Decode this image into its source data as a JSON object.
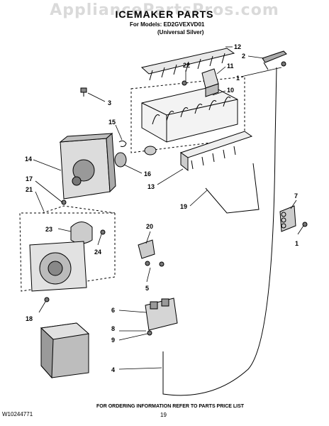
{
  "header": {
    "watermark": "AppliancePartsPros.com",
    "title": "ICEMAKER PARTS",
    "models_line": "For Models: ED2GVEXVD01",
    "finish_line": "(Universal Silver)"
  },
  "callouts": [
    "12",
    "2",
    "22",
    "11",
    "1",
    "3",
    "10",
    "15",
    "14",
    "17",
    "16",
    "13",
    "21",
    "19",
    "7",
    "23",
    "20",
    "24",
    "1",
    "5",
    "18",
    "6",
    "8",
    "9",
    "4"
  ],
  "footer": {
    "doc_number": "W10244771",
    "ordering_note": "FOR ORDERING INFORMATION REFER TO PARTS PRICE LIST",
    "page_number": "19"
  }
}
